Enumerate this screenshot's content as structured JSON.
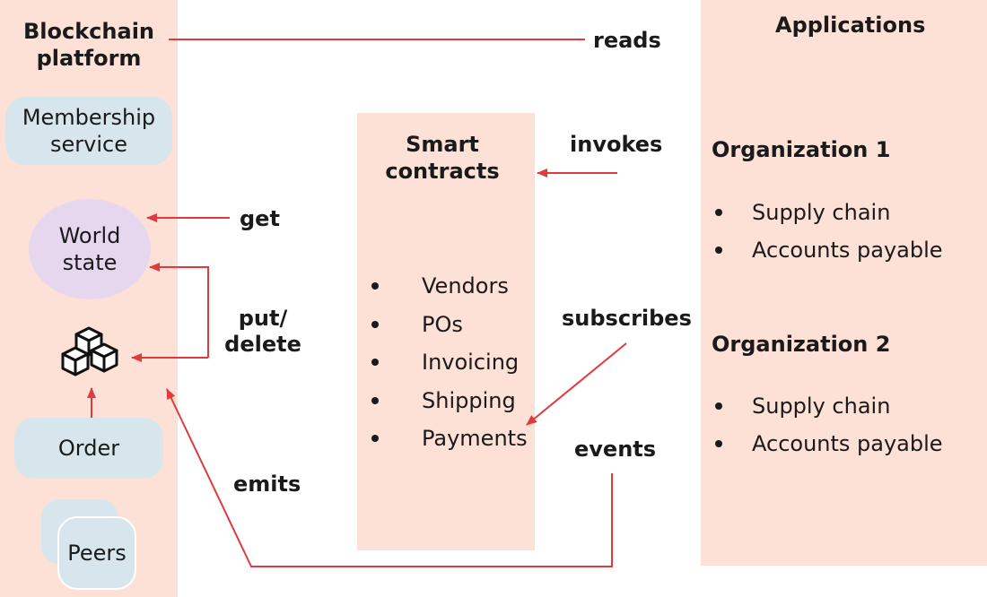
{
  "platform": {
    "title": "Blockchain platform",
    "membership": "Membership service",
    "world_state": "World state",
    "order": "Order",
    "peers": "Peers"
  },
  "contracts": {
    "title": "Smart contracts",
    "items": [
      "Vendors",
      "POs",
      "Invoicing",
      "Shipping",
      "Payments"
    ]
  },
  "applications": {
    "title": "Applications",
    "orgs": [
      {
        "name": "Organization 1",
        "items": [
          "Supply chain",
          "Accounts payable"
        ]
      },
      {
        "name": "Organization 2",
        "items": [
          "Supply chain",
          "Accounts payable"
        ]
      }
    ]
  },
  "labels": {
    "reads": "reads",
    "invokes": "invokes",
    "get": "get",
    "put_delete": "put/ delete",
    "subscribes": "subscribes",
    "events": "events",
    "emits": "emits"
  },
  "colors": {
    "panel": "#fde0d6",
    "pill": "#d7e6ec",
    "ellipse": "#e6d7ef",
    "arrow": "#e03a3e"
  },
  "icons": {
    "blocks": "cubes-icon"
  }
}
